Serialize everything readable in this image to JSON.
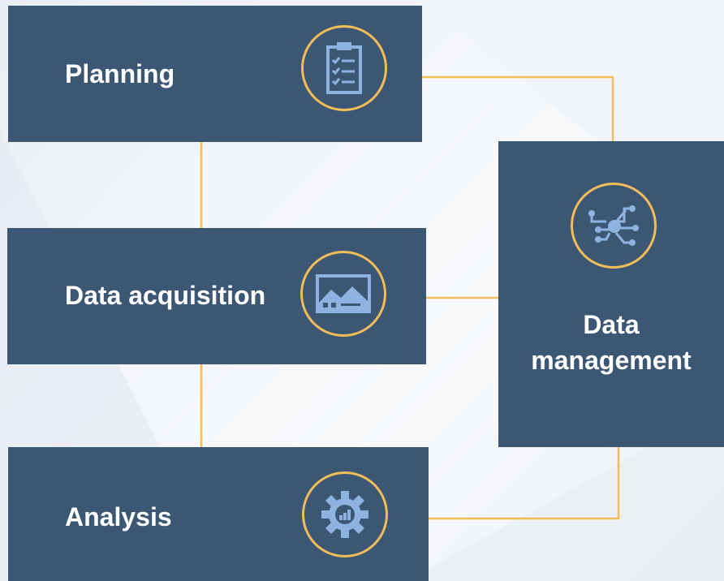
{
  "diagram": {
    "nodes": {
      "planning": {
        "label": "Planning",
        "icon": "clipboard-checklist-icon"
      },
      "data_acquisition": {
        "label": "Data acquisition",
        "icon": "image-landscape-icon"
      },
      "analysis": {
        "label": "Analysis",
        "icon": "gear-chart-icon"
      },
      "data_management": {
        "label_line1": "Data",
        "label_line2": "management",
        "icon": "network-nodes-icon"
      }
    },
    "edges": [
      {
        "from": "planning",
        "to": "data_acquisition"
      },
      {
        "from": "data_acquisition",
        "to": "analysis"
      },
      {
        "from": "planning",
        "to": "data_management"
      },
      {
        "from": "data_acquisition",
        "to": "data_management"
      },
      {
        "from": "analysis",
        "to": "data_management"
      }
    ],
    "colors": {
      "box": "#3b5773",
      "accent": "#f2bc5b",
      "icon": "#8fb3e0",
      "text": "#ffffff"
    }
  }
}
